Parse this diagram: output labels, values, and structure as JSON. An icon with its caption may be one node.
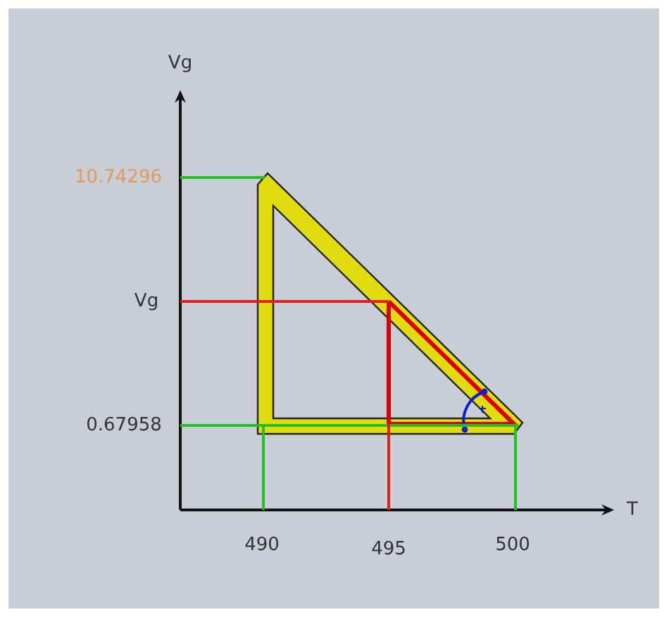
{
  "diagram": {
    "labels": [
      "Vg",
      "10.74296",
      "Vg",
      "0.67958",
      "490",
      "495",
      "500",
      "T"
    ]
  }
}
